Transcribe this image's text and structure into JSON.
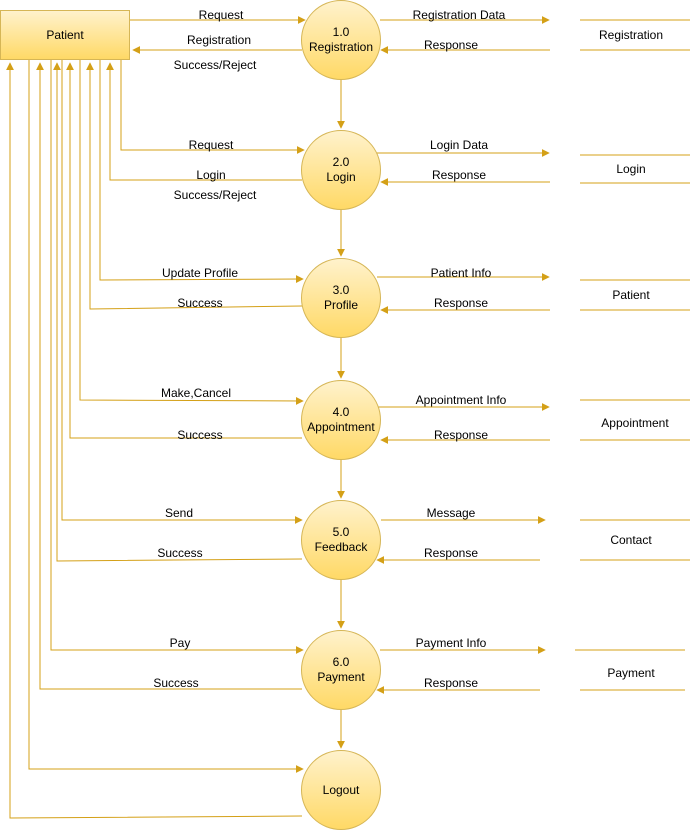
{
  "entity": {
    "label": "Patient"
  },
  "processes": [
    {
      "id": "1.0",
      "name": "Registration"
    },
    {
      "id": "2.0",
      "name": "Login"
    },
    {
      "id": "3.0",
      "name": "Profile"
    },
    {
      "id": "4.0",
      "name": "Appointment"
    },
    {
      "id": "5.0",
      "name": "Feedback"
    },
    {
      "id": "6.0",
      "name": "Payment"
    },
    {
      "id": "",
      "name": "Logout"
    }
  ],
  "stores": [
    "Registration",
    "Login",
    "Patient",
    "Appointment",
    "Contact",
    "Payment"
  ],
  "flows": {
    "p1_in": "Request",
    "p1_out_a": "Registration",
    "p1_out_b": "Success/Reject",
    "p2_in": "Request",
    "p2_out_a": "Login",
    "p2_out_b": "Success/Reject",
    "p3_in": "Update Profile",
    "p3_out": "Success",
    "p4_in": "Make,Cancel",
    "p4_out": "Success",
    "p5_in": "Send",
    "p5_out": "Success",
    "p6_in": "Pay",
    "p6_out": "Success",
    "s1_out": "Registration Data",
    "s1_in": "Response",
    "s2_out": "Login Data",
    "s2_in": "Response",
    "s3_out": "Patient Info",
    "s3_in": "Response",
    "s4_out": "Appointment Info",
    "s4_in": "Response",
    "s5_out": "Message",
    "s5_in": "Response",
    "s6_out": "Payment Info",
    "s6_in": "Response"
  },
  "colors": {
    "line": "#d4a017",
    "fill_top": "#fff2cc",
    "fill_bottom": "#ffd966",
    "stroke": "#d6b656"
  }
}
